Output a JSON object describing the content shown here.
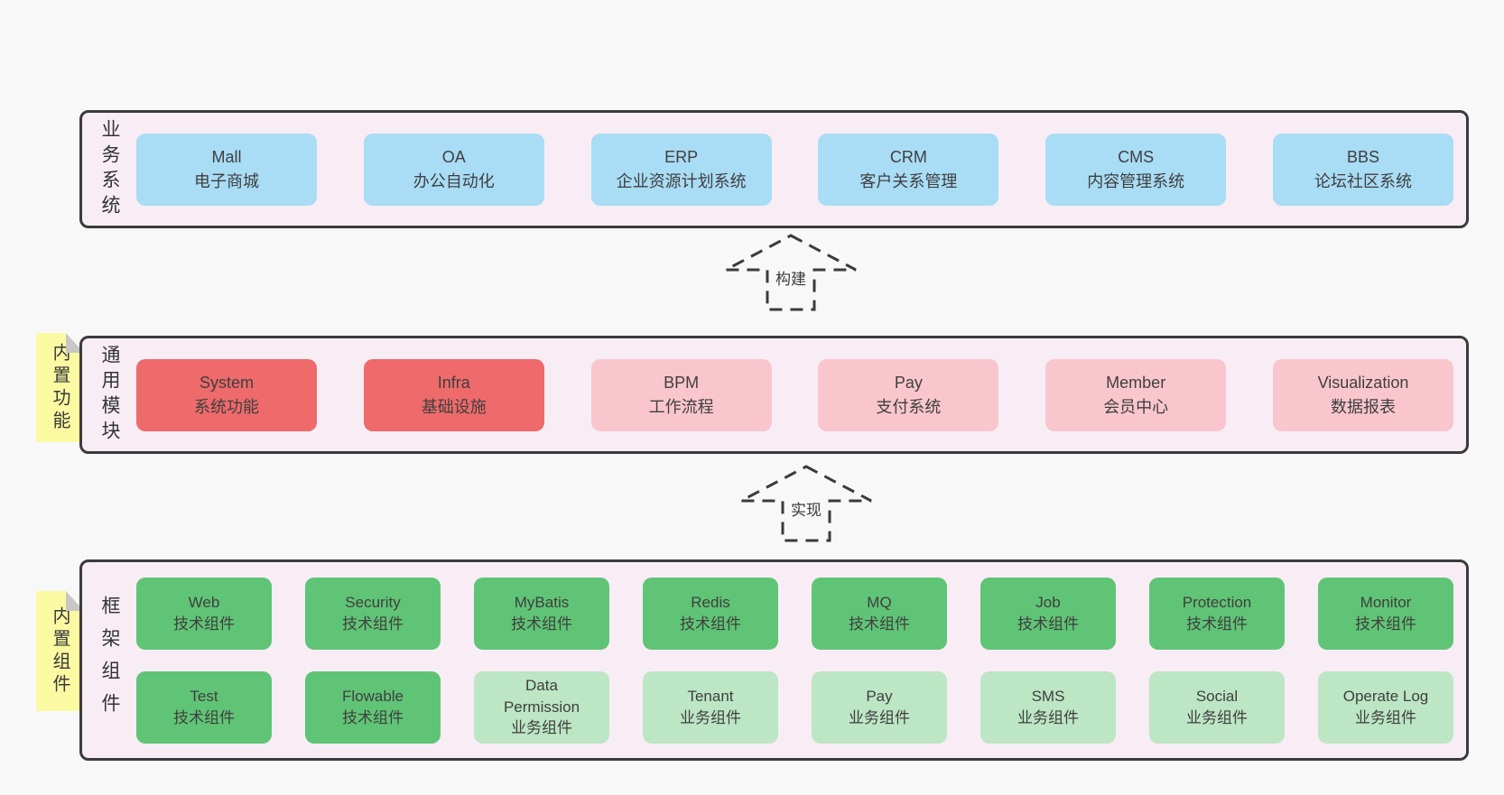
{
  "colors": {
    "page_bg": "#f8f8f8",
    "panel_bg": "#f8edf5",
    "panel_border": "#3b3b3b",
    "blue_box": "#a9dcf5",
    "red_box": "#ee6a6b",
    "pink_box": "#f9c6ce",
    "green_dark_box": "#60c476",
    "green_light_box": "#bce6c4",
    "note_bg": "#fbfaa2",
    "note_fold": "#c7c7c7",
    "text": "#3f3f3f"
  },
  "arrows": {
    "build_label": "构建",
    "implement_label": "实现"
  },
  "sections": {
    "business": {
      "label": "业务系统",
      "boxes": [
        {
          "name": "Mall",
          "desc": "电子商城"
        },
        {
          "name": "OA",
          "desc": "办公自动化"
        },
        {
          "name": "ERP",
          "desc": "企业资源计划系统"
        },
        {
          "name": "CRM",
          "desc": "客户关系管理"
        },
        {
          "name": "CMS",
          "desc": "内容管理系统"
        },
        {
          "name": "BBS",
          "desc": "论坛社区系统"
        }
      ]
    },
    "modules": {
      "label": "通用模块",
      "note": "内置功能",
      "boxes": [
        {
          "name": "System",
          "desc": "系统功能",
          "variant": "red"
        },
        {
          "name": "Infra",
          "desc": "基础设施",
          "variant": "red"
        },
        {
          "name": "BPM",
          "desc": "工作流程",
          "variant": "pink"
        },
        {
          "name": "Pay",
          "desc": "支付系统",
          "variant": "pink"
        },
        {
          "name": "Member",
          "desc": "会员中心",
          "variant": "pink"
        },
        {
          "name": "Visualization",
          "desc": "数据报表",
          "variant": "pink"
        }
      ]
    },
    "components": {
      "label": "框架组件",
      "note": "内置组件",
      "rows": [
        [
          {
            "name": "Web",
            "desc": "技术组件",
            "variant": "green-dark"
          },
          {
            "name": "Security",
            "desc": "技术组件",
            "variant": "green-dark"
          },
          {
            "name": "MyBatis",
            "desc": "技术组件",
            "variant": "green-dark"
          },
          {
            "name": "Redis",
            "desc": "技术组件",
            "variant": "green-dark"
          },
          {
            "name": "MQ",
            "desc": "技术组件",
            "variant": "green-dark"
          },
          {
            "name": "Job",
            "desc": "技术组件",
            "variant": "green-dark"
          },
          {
            "name": "Protection",
            "desc": "技术组件",
            "variant": "green-dark"
          },
          {
            "name": "Monitor",
            "desc": "技术组件",
            "variant": "green-dark"
          }
        ],
        [
          {
            "name": "Test",
            "desc": "技术组件",
            "variant": "green-dark"
          },
          {
            "name": "Flowable",
            "desc": "技术组件",
            "variant": "green-dark"
          },
          {
            "name": "Data\nPermission",
            "desc": "业务组件",
            "variant": "green-light"
          },
          {
            "name": "Tenant",
            "desc": "业务组件",
            "variant": "green-light"
          },
          {
            "name": "Pay",
            "desc": "业务组件",
            "variant": "green-light"
          },
          {
            "name": "SMS",
            "desc": "业务组件",
            "variant": "green-light"
          },
          {
            "name": "Social",
            "desc": "业务组件",
            "variant": "green-light"
          },
          {
            "name": "Operate Log",
            "desc": "业务组件",
            "variant": "green-light"
          }
        ]
      ]
    }
  }
}
